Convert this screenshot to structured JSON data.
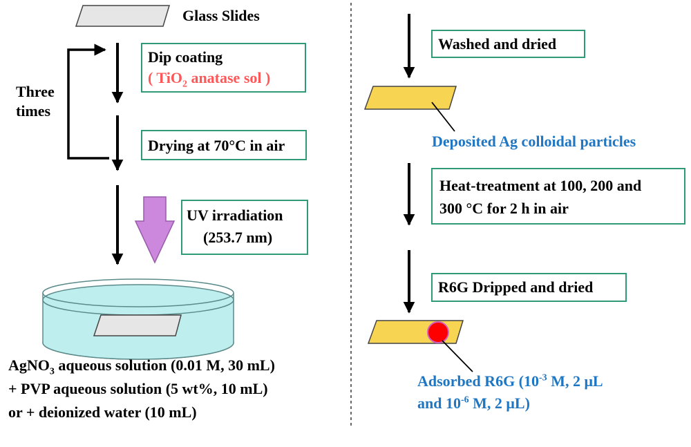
{
  "colors": {
    "box_border": "#2e9a78",
    "slide_gray": "#e6e6e6",
    "slide_yellow": "#f7d452",
    "uv_arrow": "#cc88dd",
    "dish_liquid": "#bfeeee",
    "droplet": "#ff0000",
    "label_blue": "#1f76c2",
    "label_red": "#ff5757"
  },
  "left": {
    "glass_slides": "Glass Slides",
    "three_times": [
      "Three",
      "times"
    ],
    "dip_coating": "Dip coating",
    "tio2_open": "( TiO",
    "tio2_sub": "2",
    "tio2_close": " anatase sol )",
    "drying": "Drying at 70°C in air",
    "uv_line1": "UV irradiation",
    "uv_line2": "(253.7 nm)",
    "solution_line1_a": "AgNO",
    "solution_line1_sub": "3",
    "solution_line1_b": " aqueous solution (0.01 M, 30 mL)",
    "solution_line2": "+ PVP aqueous solution  (5 wt%, 10 mL)",
    "solution_line3": "or + deionized water (10 mL)"
  },
  "right": {
    "washed": "Washed and dried",
    "deposited": "Deposited Ag colloidal particles",
    "heat_line1": "Heat-treatment at 100, 200 and",
    "heat_line2": "300 °C for 2 h in air",
    "r6g": "R6G Dripped and dried",
    "adsorbed_line1_a": "Adsorbed R6G (10",
    "adsorbed_line1_sup": "-3",
    "adsorbed_line1_b": " M, 2 μL",
    "adsorbed_line2_a": "and 10",
    "adsorbed_line2_sup": "-6",
    "adsorbed_line2_b": " M, 2 μL)"
  }
}
